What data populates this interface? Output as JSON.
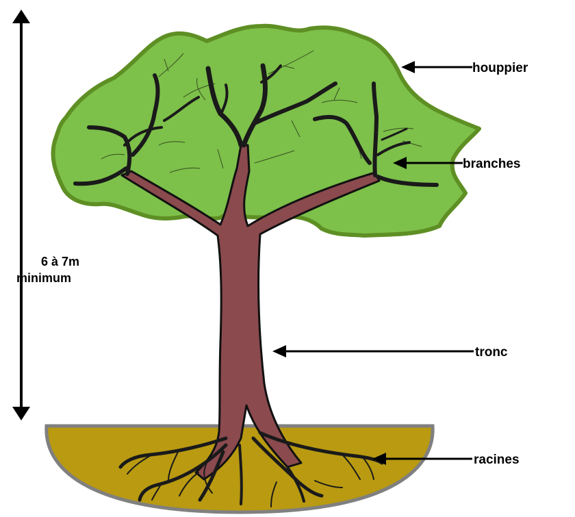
{
  "labels": {
    "crown": "houppier",
    "branches": "branches",
    "trunk": "tronc",
    "roots": "racines",
    "height_line1": "6 à 7m",
    "height_line2": "minimum"
  },
  "colors": {
    "foliage": "#7dc04a",
    "foliage_outline": "#5e8f24",
    "trunk": "#8b4a4e",
    "branch": "#1a1a1a",
    "soil": "#b99a11",
    "soil_outline": "#808080",
    "arrow": "#000000"
  }
}
